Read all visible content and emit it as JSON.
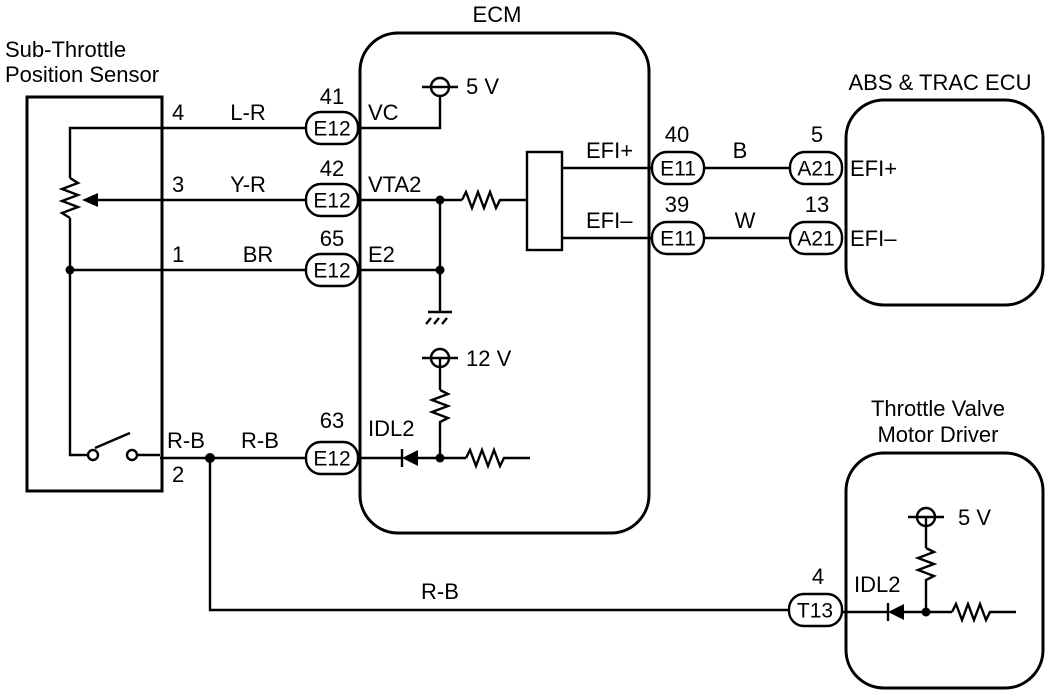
{
  "components": {
    "ecm": "ECM",
    "sensor_line1": "Sub-Throttle",
    "sensor_line2": "Position Sensor",
    "abs_ecu": "ABS & TRAC ECU",
    "motor_line1": "Throttle Valve",
    "motor_line2": "Motor Driver"
  },
  "supplies": {
    "ecm_vc": "5 V",
    "ecm_idl": "12 V",
    "motor": "5 V"
  },
  "ecm_terminals": {
    "vc": "VC",
    "vta2": "VTA2",
    "e2": "E2",
    "idl2": "IDL2",
    "efi_plus": "EFI+",
    "efi_minus": "EFI–"
  },
  "abs_terminals": {
    "efi_plus": "EFI+",
    "efi_minus": "EFI–"
  },
  "motor_terminals": {
    "idl2": "IDL2"
  },
  "sensor_pins": {
    "p4": "4",
    "p3": "3",
    "p1": "1",
    "p2": "2"
  },
  "wire_colors": {
    "lr": "L-R",
    "yr": "Y-R",
    "br": "BR",
    "rb_sensor": "R-B",
    "rb_mid": "R-B",
    "rb_bottom": "R-B",
    "b": "B",
    "w": "W"
  },
  "connectors": {
    "c41": {
      "pin": "41",
      "id": "E12"
    },
    "c42": {
      "pin": "42",
      "id": "E12"
    },
    "c65": {
      "pin": "65",
      "id": "E12"
    },
    "c63": {
      "pin": "63",
      "id": "E12"
    },
    "c40": {
      "pin": "40",
      "id": "E11"
    },
    "c39": {
      "pin": "39",
      "id": "E11"
    },
    "c5": {
      "pin": "5",
      "id": "A21"
    },
    "c13": {
      "pin": "13",
      "id": "A21"
    },
    "c4": {
      "pin": "4",
      "id": "T13"
    }
  }
}
